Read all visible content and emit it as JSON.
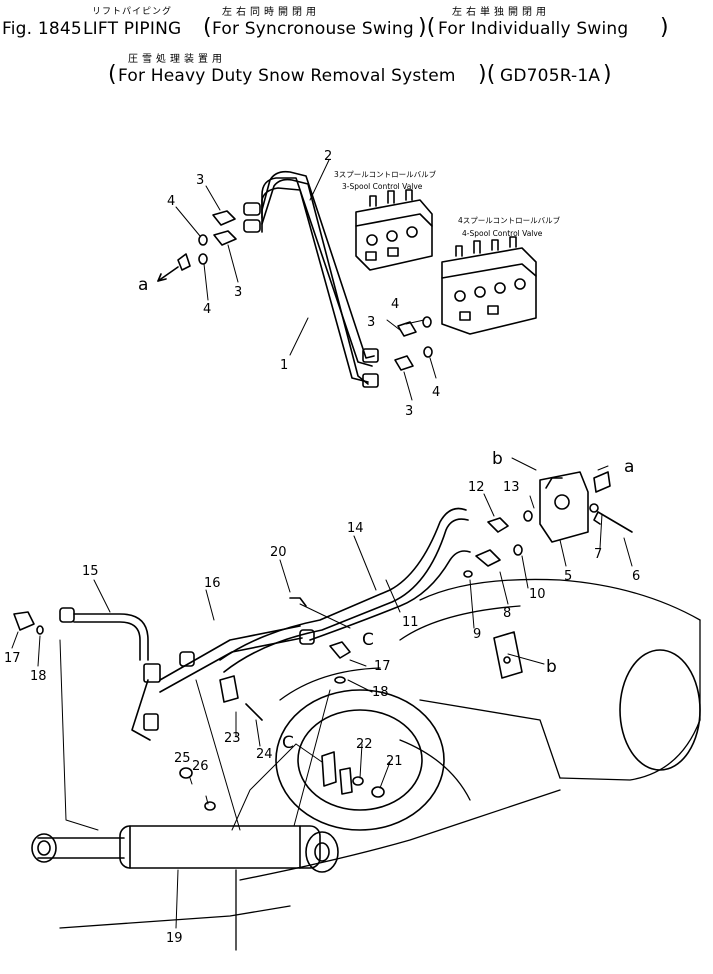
{
  "header": {
    "fig_number": "Fig. 1845",
    "title_kana": "リフトパイピング",
    "title": "LIFT PIPING",
    "variant1_jp": "左右同時開閉用",
    "variant1": "For Syncronouse Swing",
    "variant2_jp": "左右単独開閉用",
    "variant2": "For Individually Swing",
    "variant3_jp": "圧雪処理装置用",
    "variant3": "For Heavy Duty Snow Removal System",
    "model": "GD705R-1A"
  },
  "valves": {
    "three_spool_jp": "3スプールコントロールバルブ",
    "three_spool": "3-Spool Control Valve",
    "four_spool_jp": "4スプールコントロールバルブ",
    "four_spool": "4-Spool Control Valve"
  },
  "callouts": {
    "n1": "1",
    "n2": "2",
    "n3a": "3",
    "n3b": "3",
    "n3c": "3",
    "n3d": "3",
    "n4a": "4",
    "n4b": "4",
    "n4c": "4",
    "n4d": "4",
    "n5": "5",
    "n6": "6",
    "n7": "7",
    "n8": "8",
    "n9": "9",
    "n10": "10",
    "n11": "11",
    "n12": "12",
    "n13": "13",
    "n14": "14",
    "n15": "15",
    "n16": "16",
    "n17a": "17",
    "n17b": "17",
    "n18a": "18",
    "n18b": "18",
    "n19": "19",
    "n20": "20",
    "n21": "21",
    "n22": "22",
    "n23": "23",
    "n24": "24",
    "n25": "25",
    "n26": "26"
  },
  "refs": {
    "a1": "a",
    "a2": "a",
    "b1": "b",
    "b2": "b",
    "c1": "C",
    "c2": "C"
  }
}
